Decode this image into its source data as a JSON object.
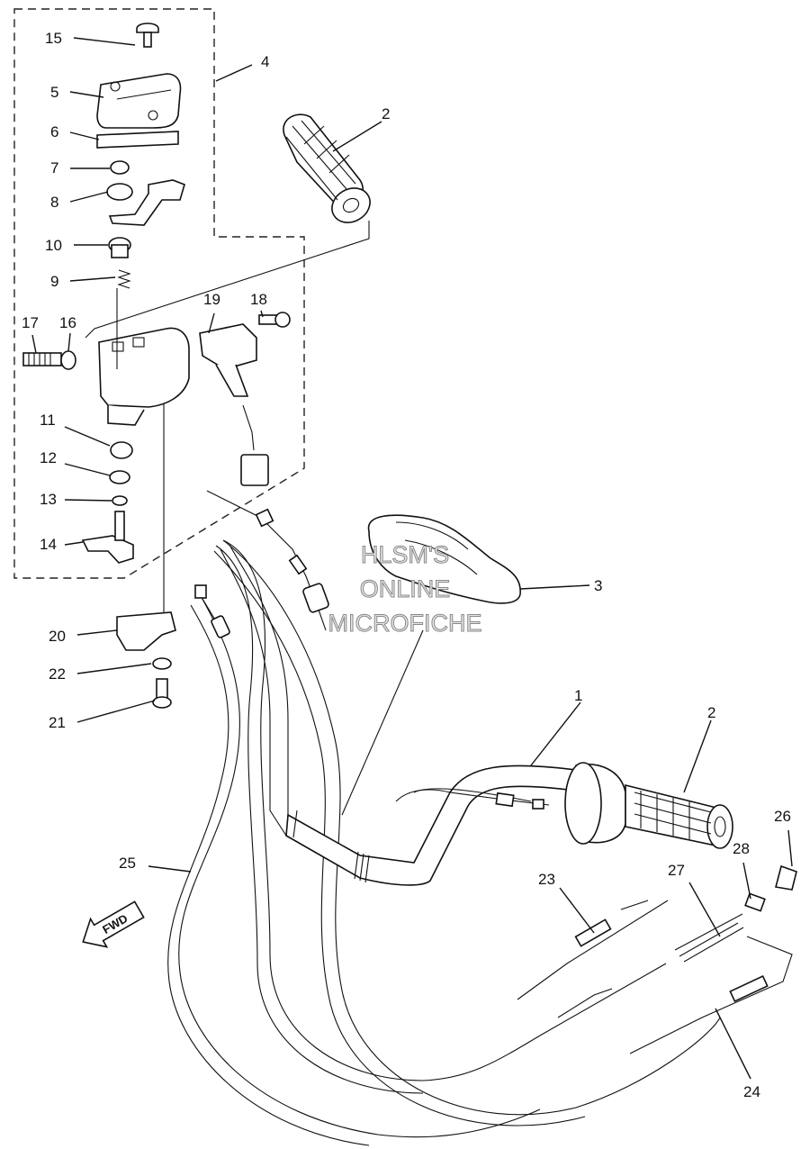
{
  "diagram": {
    "watermark": [
      "HLSM'S",
      "ONLINE",
      "MICROFICHE"
    ],
    "direction_label": "FWD",
    "callouts": [
      "1",
      "2",
      "2",
      "3",
      "4",
      "5",
      "6",
      "7",
      "8",
      "9",
      "10",
      "11",
      "12",
      "13",
      "14",
      "15",
      "16",
      "17",
      "18",
      "19",
      "20",
      "21",
      "22",
      "23",
      "24",
      "25",
      "26",
      "27",
      "28"
    ]
  }
}
